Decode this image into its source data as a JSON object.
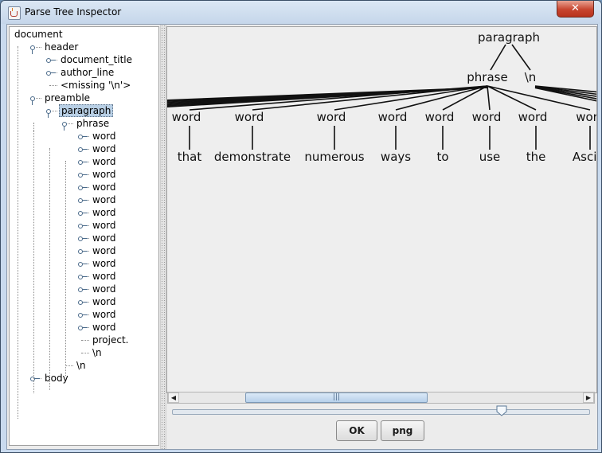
{
  "window": {
    "title": "Parse Tree Inspector",
    "close_glyph": "✕",
    "icon": "java-cup-icon"
  },
  "tree": {
    "nodes": [
      {
        "label": "document",
        "handle": "none"
      },
      {
        "label": "header",
        "handle": "open"
      },
      {
        "label": "document_title",
        "handle": "closed"
      },
      {
        "label": "author_line",
        "handle": "closed"
      },
      {
        "label": "<missing '\\n'>",
        "handle": "none"
      },
      {
        "label": "preamble",
        "handle": "open"
      },
      {
        "label": "paragraph",
        "handle": "open",
        "selected": true
      },
      {
        "label": "phrase",
        "handle": "open"
      },
      {
        "label": "word",
        "handle": "closed"
      },
      {
        "label": "word",
        "handle": "closed"
      },
      {
        "label": "word",
        "handle": "closed"
      },
      {
        "label": "word",
        "handle": "closed"
      },
      {
        "label": "word",
        "handle": "closed"
      },
      {
        "label": "word",
        "handle": "closed"
      },
      {
        "label": "word",
        "handle": "closed"
      },
      {
        "label": "word",
        "handle": "closed"
      },
      {
        "label": "word",
        "handle": "closed"
      },
      {
        "label": "word",
        "handle": "closed"
      },
      {
        "label": "word",
        "handle": "closed"
      },
      {
        "label": "word",
        "handle": "closed"
      },
      {
        "label": "word",
        "handle": "closed"
      },
      {
        "label": "word",
        "handle": "closed"
      },
      {
        "label": "word",
        "handle": "closed"
      },
      {
        "label": "word",
        "handle": "closed"
      },
      {
        "label": "project.",
        "handle": "none"
      },
      {
        "label": "\\n",
        "handle": "none"
      },
      {
        "label": "\\n",
        "handle": "none"
      },
      {
        "label": "body",
        "handle": "closed"
      }
    ]
  },
  "diagram": {
    "root": "paragraph",
    "phrase": "phrase",
    "newline": "\\n",
    "word_label": "word",
    "words": [
      {
        "label": "word",
        "token": "that"
      },
      {
        "label": "word",
        "token": "demonstrate"
      },
      {
        "label": "word",
        "token": "numerous"
      },
      {
        "label": "word",
        "token": "ways"
      },
      {
        "label": "word",
        "token": "to"
      },
      {
        "label": "word",
        "token": "use"
      },
      {
        "label": "word",
        "token": "the"
      },
      {
        "label": "wor",
        "token": "Asciid"
      }
    ]
  },
  "controls": {
    "scroll_grip": "|||",
    "left_arrow": "◀",
    "right_arrow": "▶",
    "ok_label": "OK",
    "png_label": "png",
    "zoom_level": 0.8
  }
}
